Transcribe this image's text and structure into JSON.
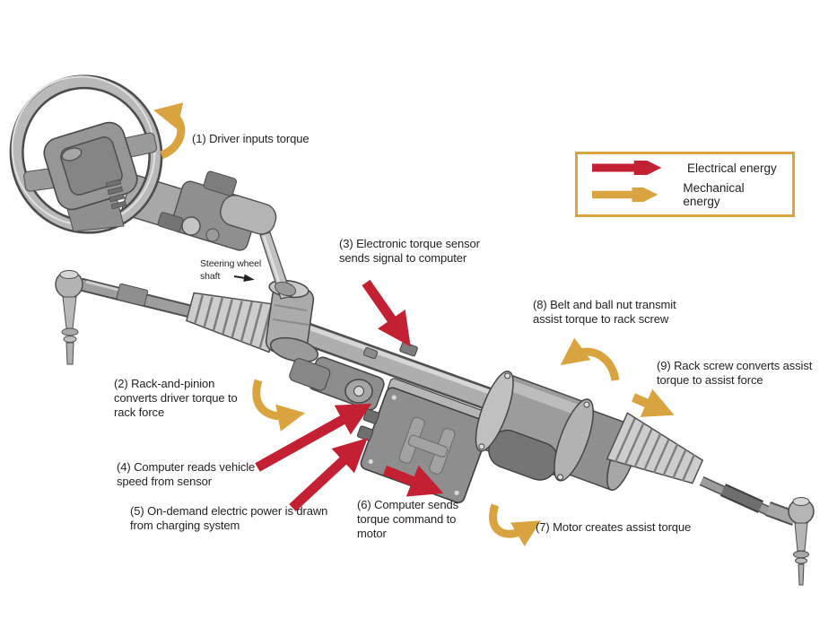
{
  "title": "Electric power steering system diagram",
  "colors": {
    "electrical": "#c32033",
    "mechanical": "#d9a43f",
    "text": "#231f20",
    "legend_border": "#d9a43f",
    "background": "#ffffff"
  },
  "legend": {
    "items": [
      {
        "icon": "red-arrow-icon",
        "label": "Electrical energy"
      },
      {
        "icon": "gold-arrow-icon",
        "label": "Mechanical energy"
      }
    ]
  },
  "labels": {
    "step1": "(1) Driver inputs torque",
    "step2": "(2) Rack-and-pinion converts driver torque to rack force",
    "step3": "(3) Electronic torque sensor sends signal to computer",
    "step4": "(4) Computer reads vehicle speed from sensor",
    "step5": "(5) On-demand electric power is drawn from charging system",
    "step6": "(6) Computer sends torque command to motor",
    "step7": "(7) Motor creates assist torque",
    "step8": "(8) Belt and ball nut transmit assist torque to rack screw",
    "step9": "(9) Rack screw converts assist torque to assist force"
  },
  "part_labels": {
    "steering_wheel_shaft": "Steering wheel shaft"
  }
}
